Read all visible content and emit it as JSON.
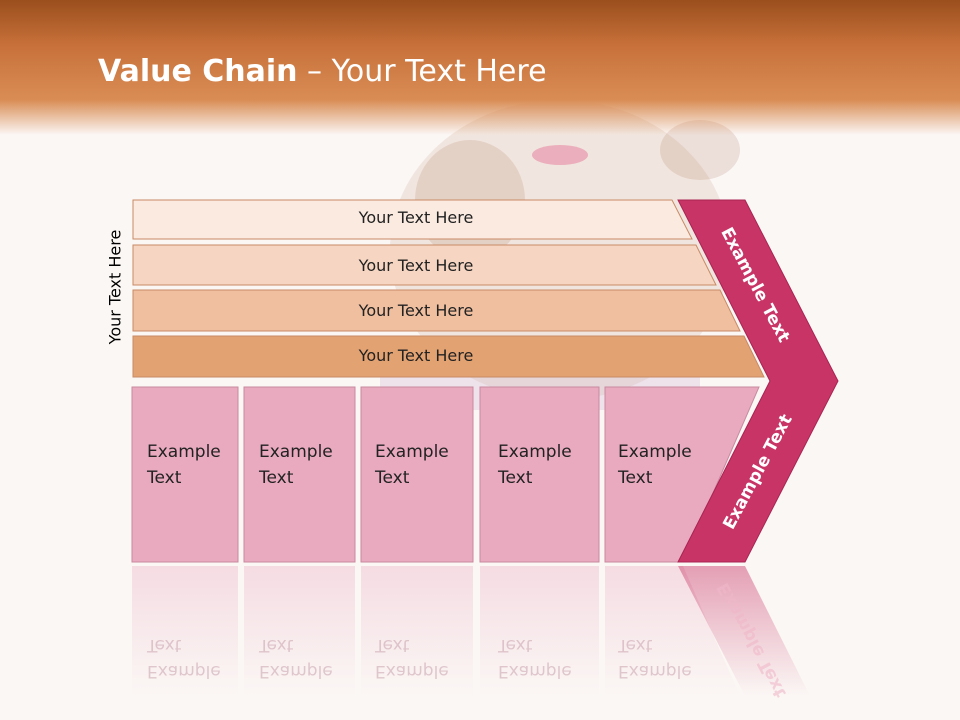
{
  "slide": {
    "title_bold": "Value Chain",
    "title_rest": " – Your Text Here",
    "side_label": "Your Text Here"
  },
  "bands": [
    {
      "label": "Your Text Here",
      "color": "#fbeae0"
    },
    {
      "label": "Your Text Here",
      "color": "#f6d6c2"
    },
    {
      "label": "Your Text Here",
      "color": "#f0bf9f"
    },
    {
      "label": "Your Text Here",
      "color": "#e3a272"
    }
  ],
  "boxes": [
    {
      "label": "Example\nText"
    },
    {
      "label": "Example\nText"
    },
    {
      "label": "Example\nText"
    },
    {
      "label": "Example\nText"
    },
    {
      "label": "Example\nText"
    }
  ],
  "chevron": {
    "top_label": "Example Text",
    "bottom_label": "Example Text",
    "color": "#c83466"
  },
  "colors": {
    "header": "#c8703a",
    "box_fill": "#e9aac0",
    "box_stroke": "#c98aa0"
  }
}
